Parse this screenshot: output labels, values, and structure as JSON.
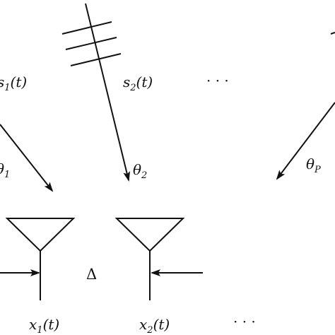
{
  "diagram": {
    "signals": {
      "s1": {
        "base": "s",
        "sub": "1",
        "arg": "(t)"
      },
      "s2": {
        "base": "s",
        "sub": "2",
        "arg": "(t)"
      },
      "more": "· · ·"
    },
    "angles": {
      "theta1": {
        "base": "θ",
        "sub": "1"
      },
      "theta2": {
        "base": "θ",
        "sub": "2"
      },
      "thetaP": {
        "base": "θ",
        "sub": "P"
      }
    },
    "spacing": "Δ",
    "outputs": {
      "x1": {
        "base": "x",
        "sub": "1",
        "arg": "(t)"
      },
      "x2": {
        "base": "x",
        "sub": "2",
        "arg": "(t)"
      },
      "more": "· · ·"
    },
    "colors": {
      "ink": "#111111",
      "background": "#ffffff"
    }
  }
}
